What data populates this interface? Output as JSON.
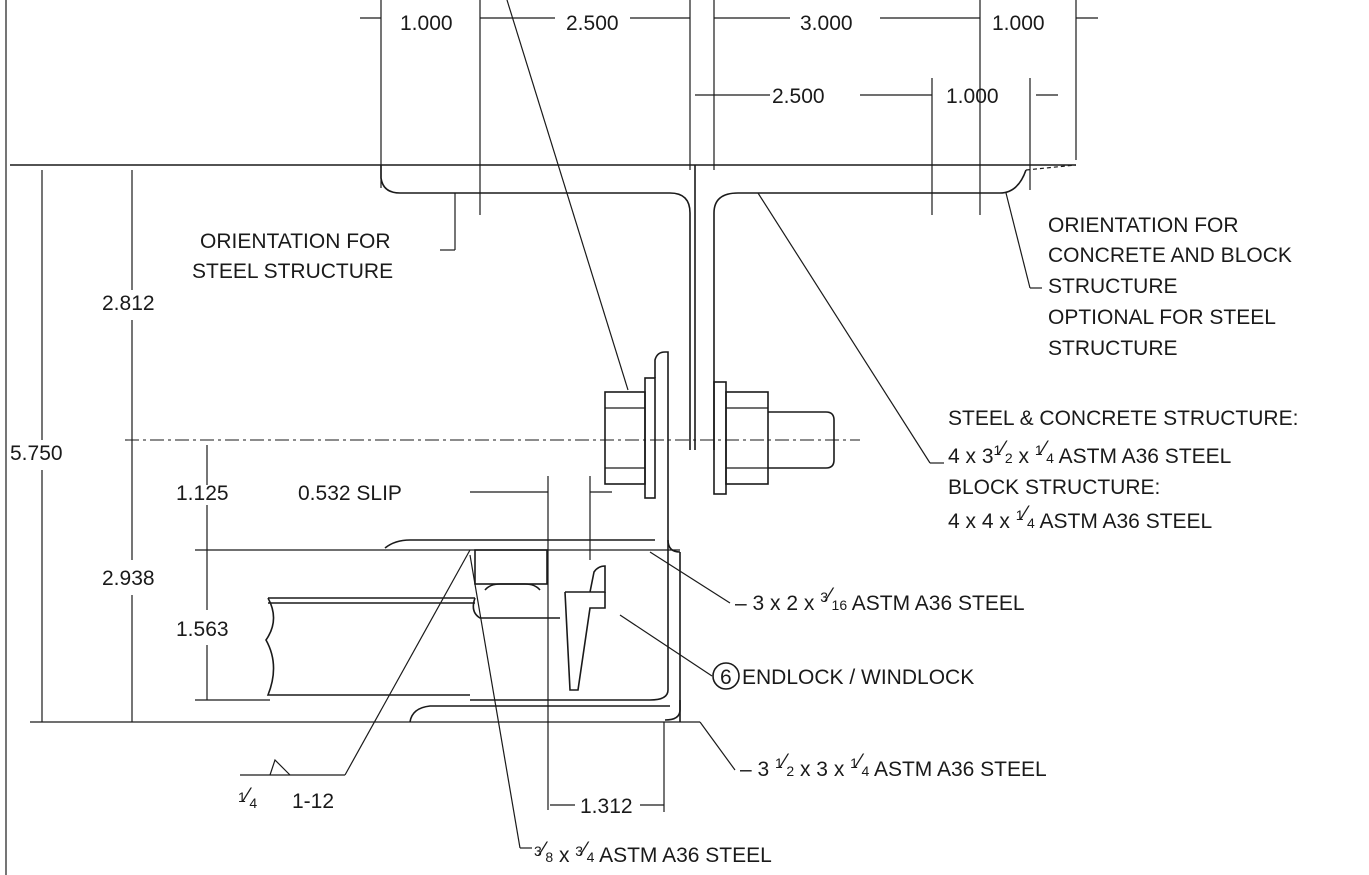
{
  "dimensions": {
    "top_1000_left": "1.000",
    "top_2500": "2.500",
    "top_3000": "3.000",
    "top_1000_right": "1.000",
    "mid_2500": "2.500",
    "mid_1000": "1.000",
    "overall_height": "5.750",
    "upper_height": "2.812",
    "lower_height": "2.938",
    "d_1125": "1.125",
    "d_1563": "1.563",
    "slip": "0.532 SLIP",
    "d_1312": "1.312"
  },
  "notes": {
    "orientation_steel_line1": "ORIENTATION FOR",
    "orientation_steel_line2": "STEEL STRUCTURE",
    "orientation_concrete_line1": "ORIENTATION FOR",
    "orientation_concrete_line2": "CONCRETE AND BLOCK",
    "orientation_concrete_line3": "STRUCTURE",
    "orientation_concrete_line4": "OPTIONAL FOR STEEL",
    "orientation_concrete_line5": "STRUCTURE",
    "steel_concrete_heading": "STEEL & CONCRETE STRUCTURE:",
    "steel_concrete_spec": {
      "a": "4 x 3",
      "b": "1",
      "c": "2",
      "d": " x ",
      "e": "1",
      "f": "4",
      "g": " ASTM A36 STEEL"
    },
    "block_heading": "BLOCK STRUCTURE:",
    "block_spec": {
      "a": "4 x 4 x ",
      "b": "1",
      "c": "4",
      "d": " ASTM A36 STEEL"
    },
    "angle_small_spec": {
      "a": "3 x 2 x ",
      "b": "3",
      "c": "16",
      "d": " ASTM A36 STEEL"
    },
    "endlock_number": "6",
    "endlock_label": "ENDLOCK / WINDLOCK",
    "angle_bottom_spec": {
      "a": "3 ",
      "b": "1",
      "c": "2",
      "d": " x 3 x ",
      "e": "1",
      "f": "4",
      "g": " ASTM A36 STEEL"
    },
    "weld_size": {
      "b": "1",
      "c": "4"
    },
    "weld_spacing": "1-12",
    "bar_spec": {
      "b": "3",
      "c": "8",
      "d": " x ",
      "e": "3",
      "f": "4",
      "g": " ASTM A36 STEEL"
    }
  }
}
